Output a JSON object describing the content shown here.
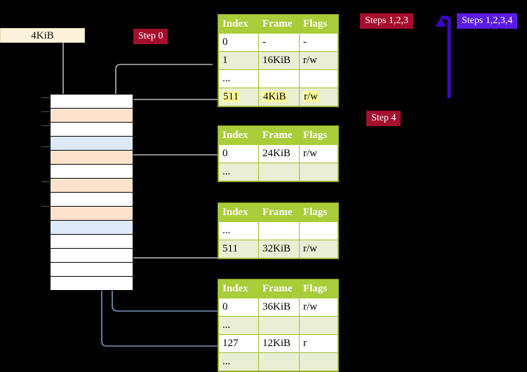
{
  "diagram": {
    "title": "page-table-walk",
    "memory_label": "4KiB",
    "badges": [
      {
        "name": "step-0",
        "label": "Step 0",
        "color": "#a50f2d"
      },
      {
        "name": "steps-1-2-3",
        "label": "Steps 1,2,3",
        "color": "#a50f2d"
      },
      {
        "name": "steps-1-2-3-4",
        "label": "Steps 1,2,3,4",
        "color": "#5b1ae8"
      },
      {
        "name": "step-4",
        "label": "Step 4",
        "color": "#a50f2d"
      }
    ],
    "columns": [
      "Index",
      "Frame",
      "Flags"
    ],
    "tables": [
      {
        "name": "level-4-table",
        "rows": [
          {
            "index": "0",
            "frame": "-",
            "flags": "-",
            "alt": false,
            "highlight": false
          },
          {
            "index": "1",
            "frame": "16KiB",
            "flags": "r/w",
            "alt": true,
            "highlight": false
          },
          {
            "index": "...",
            "frame": "",
            "flags": "",
            "alt": false,
            "highlight": false
          },
          {
            "index": "511",
            "frame": "4KiB",
            "flags": "r/w",
            "alt": true,
            "highlight": true
          }
        ]
      },
      {
        "name": "level-3-table",
        "rows": [
          {
            "index": "0",
            "frame": "24KiB",
            "flags": "r/w",
            "alt": false,
            "highlight": false
          },
          {
            "index": "...",
            "frame": "",
            "flags": "",
            "alt": true,
            "highlight": false
          }
        ]
      },
      {
        "name": "level-2-table",
        "rows": [
          {
            "index": "...",
            "frame": "",
            "flags": "",
            "alt": false,
            "highlight": false
          },
          {
            "index": "511",
            "frame": "32KiB",
            "flags": "r/w",
            "alt": true,
            "highlight": false
          }
        ]
      },
      {
        "name": "level-1-table",
        "rows": [
          {
            "index": "0",
            "frame": "36KiB",
            "flags": "r/w",
            "alt": false,
            "highlight": false
          },
          {
            "index": "...",
            "frame": "",
            "flags": "",
            "alt": true,
            "highlight": false
          },
          {
            "index": "127",
            "frame": "12KiB",
            "flags": "r",
            "alt": false,
            "highlight": false
          },
          {
            "index": "...",
            "frame": "",
            "flags": "",
            "alt": true,
            "highlight": false
          }
        ]
      }
    ],
    "memory_rows": [
      {
        "name": "frame-row-1",
        "fill": "white"
      },
      {
        "name": "frame-row-2",
        "fill": "orange"
      },
      {
        "name": "frame-row-3",
        "fill": "white"
      },
      {
        "name": "frame-row-4",
        "fill": "blue"
      },
      {
        "name": "frame-row-5",
        "fill": "orange"
      },
      {
        "name": "frame-row-6",
        "fill": "white"
      },
      {
        "name": "frame-row-7",
        "fill": "orange"
      },
      {
        "name": "frame-row-8",
        "fill": "white"
      },
      {
        "name": "frame-row-9",
        "fill": "orange"
      },
      {
        "name": "frame-row-10",
        "fill": "blue"
      },
      {
        "name": "frame-row-11",
        "fill": "white"
      },
      {
        "name": "frame-row-12",
        "fill": "white"
      },
      {
        "name": "frame-row-13",
        "fill": "white"
      },
      {
        "name": "frame-row-14",
        "fill": "white"
      }
    ],
    "colors": {
      "table_header": "#a9cc39",
      "table_alt_row": "#e9eed4",
      "highlight": "#ffff99",
      "memory_orange": "#fde3cd",
      "memory_blue": "#dce9f7",
      "badge_red": "#a50f2d",
      "badge_violet": "#5b1ae8",
      "kib_box": "#fdf3dc",
      "wire_gray": "#b9b9b9",
      "wire_blue": "#7b97c4"
    }
  }
}
